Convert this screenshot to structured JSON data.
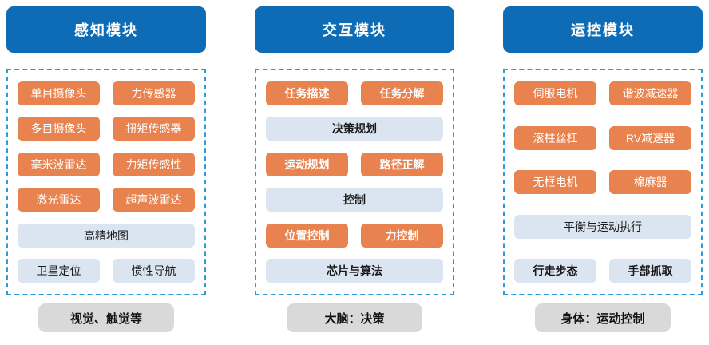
{
  "colors": {
    "header_bg": "#0d6cb5",
    "orange_box": "#e8824e",
    "light_blue_box": "#dbe5f1",
    "footer_gray": "#d9d9d9",
    "dashed_border": "#2f9ad8"
  },
  "columns": [
    {
      "header": "感知模块",
      "footer": "视觉、触觉等",
      "rows": [
        {
          "cells": [
            {
              "label": "单目摄像头",
              "style": "orange"
            },
            {
              "label": "力传感器",
              "style": "orange"
            }
          ]
        },
        {
          "cells": [
            {
              "label": "多目摄像头",
              "style": "orange"
            },
            {
              "label": "扭矩传感器",
              "style": "orange"
            }
          ]
        },
        {
          "cells": [
            {
              "label": "毫米波雷达",
              "style": "orange"
            },
            {
              "label": "力矩传感性",
              "style": "orange"
            }
          ]
        },
        {
          "cells": [
            {
              "label": "激光雷达",
              "style": "orange"
            },
            {
              "label": "超声波雷达",
              "style": "orange"
            }
          ]
        },
        {
          "cells": [
            {
              "label": "高精地图",
              "style": "light wide"
            }
          ]
        },
        {
          "cells": [
            {
              "label": "卫星定位",
              "style": "light"
            },
            {
              "label": "惯性导航",
              "style": "light"
            }
          ]
        }
      ]
    },
    {
      "header": "交互模块",
      "footer": "大脑：决策",
      "rows": [
        {
          "cells": [
            {
              "label": "任务描述",
              "style": "orange bold"
            },
            {
              "label": "任务分解",
              "style": "orange bold"
            }
          ]
        },
        {
          "cells": [
            {
              "label": "决策规划",
              "style": "light wide bold"
            }
          ]
        },
        {
          "cells": [
            {
              "label": "运动规划",
              "style": "orange bold"
            },
            {
              "label": "路径正解",
              "style": "orange bold"
            }
          ]
        },
        {
          "cells": [
            {
              "label": "控制",
              "style": "light wide bold"
            }
          ]
        },
        {
          "cells": [
            {
              "label": "位置控制",
              "style": "orange bold"
            },
            {
              "label": "力控制",
              "style": "orange bold"
            }
          ]
        },
        {
          "cells": [
            {
              "label": "芯片与算法",
              "style": "light wide bold"
            }
          ]
        }
      ]
    },
    {
      "header": "运控模块",
      "footer": "身体：运动控制",
      "rows": [
        {
          "cells": [
            {
              "label": "伺服电机",
              "style": "orange"
            },
            {
              "label": "谐波减速器",
              "style": "orange"
            }
          ]
        },
        {
          "cells": [
            {
              "label": "滚柱丝杠",
              "style": "orange"
            },
            {
              "label": "RV减速器",
              "style": "orange"
            }
          ]
        },
        {
          "cells": [
            {
              "label": "无框电机",
              "style": "orange"
            },
            {
              "label": "棉麻器",
              "style": "orange"
            }
          ]
        },
        {
          "cells": [
            {
              "label": "平衡与运动执行",
              "style": "light wide"
            }
          ]
        },
        {
          "cells": [
            {
              "label": "行走步态",
              "style": "light bold"
            },
            {
              "label": "手部抓取",
              "style": "light bold"
            }
          ]
        }
      ]
    }
  ]
}
